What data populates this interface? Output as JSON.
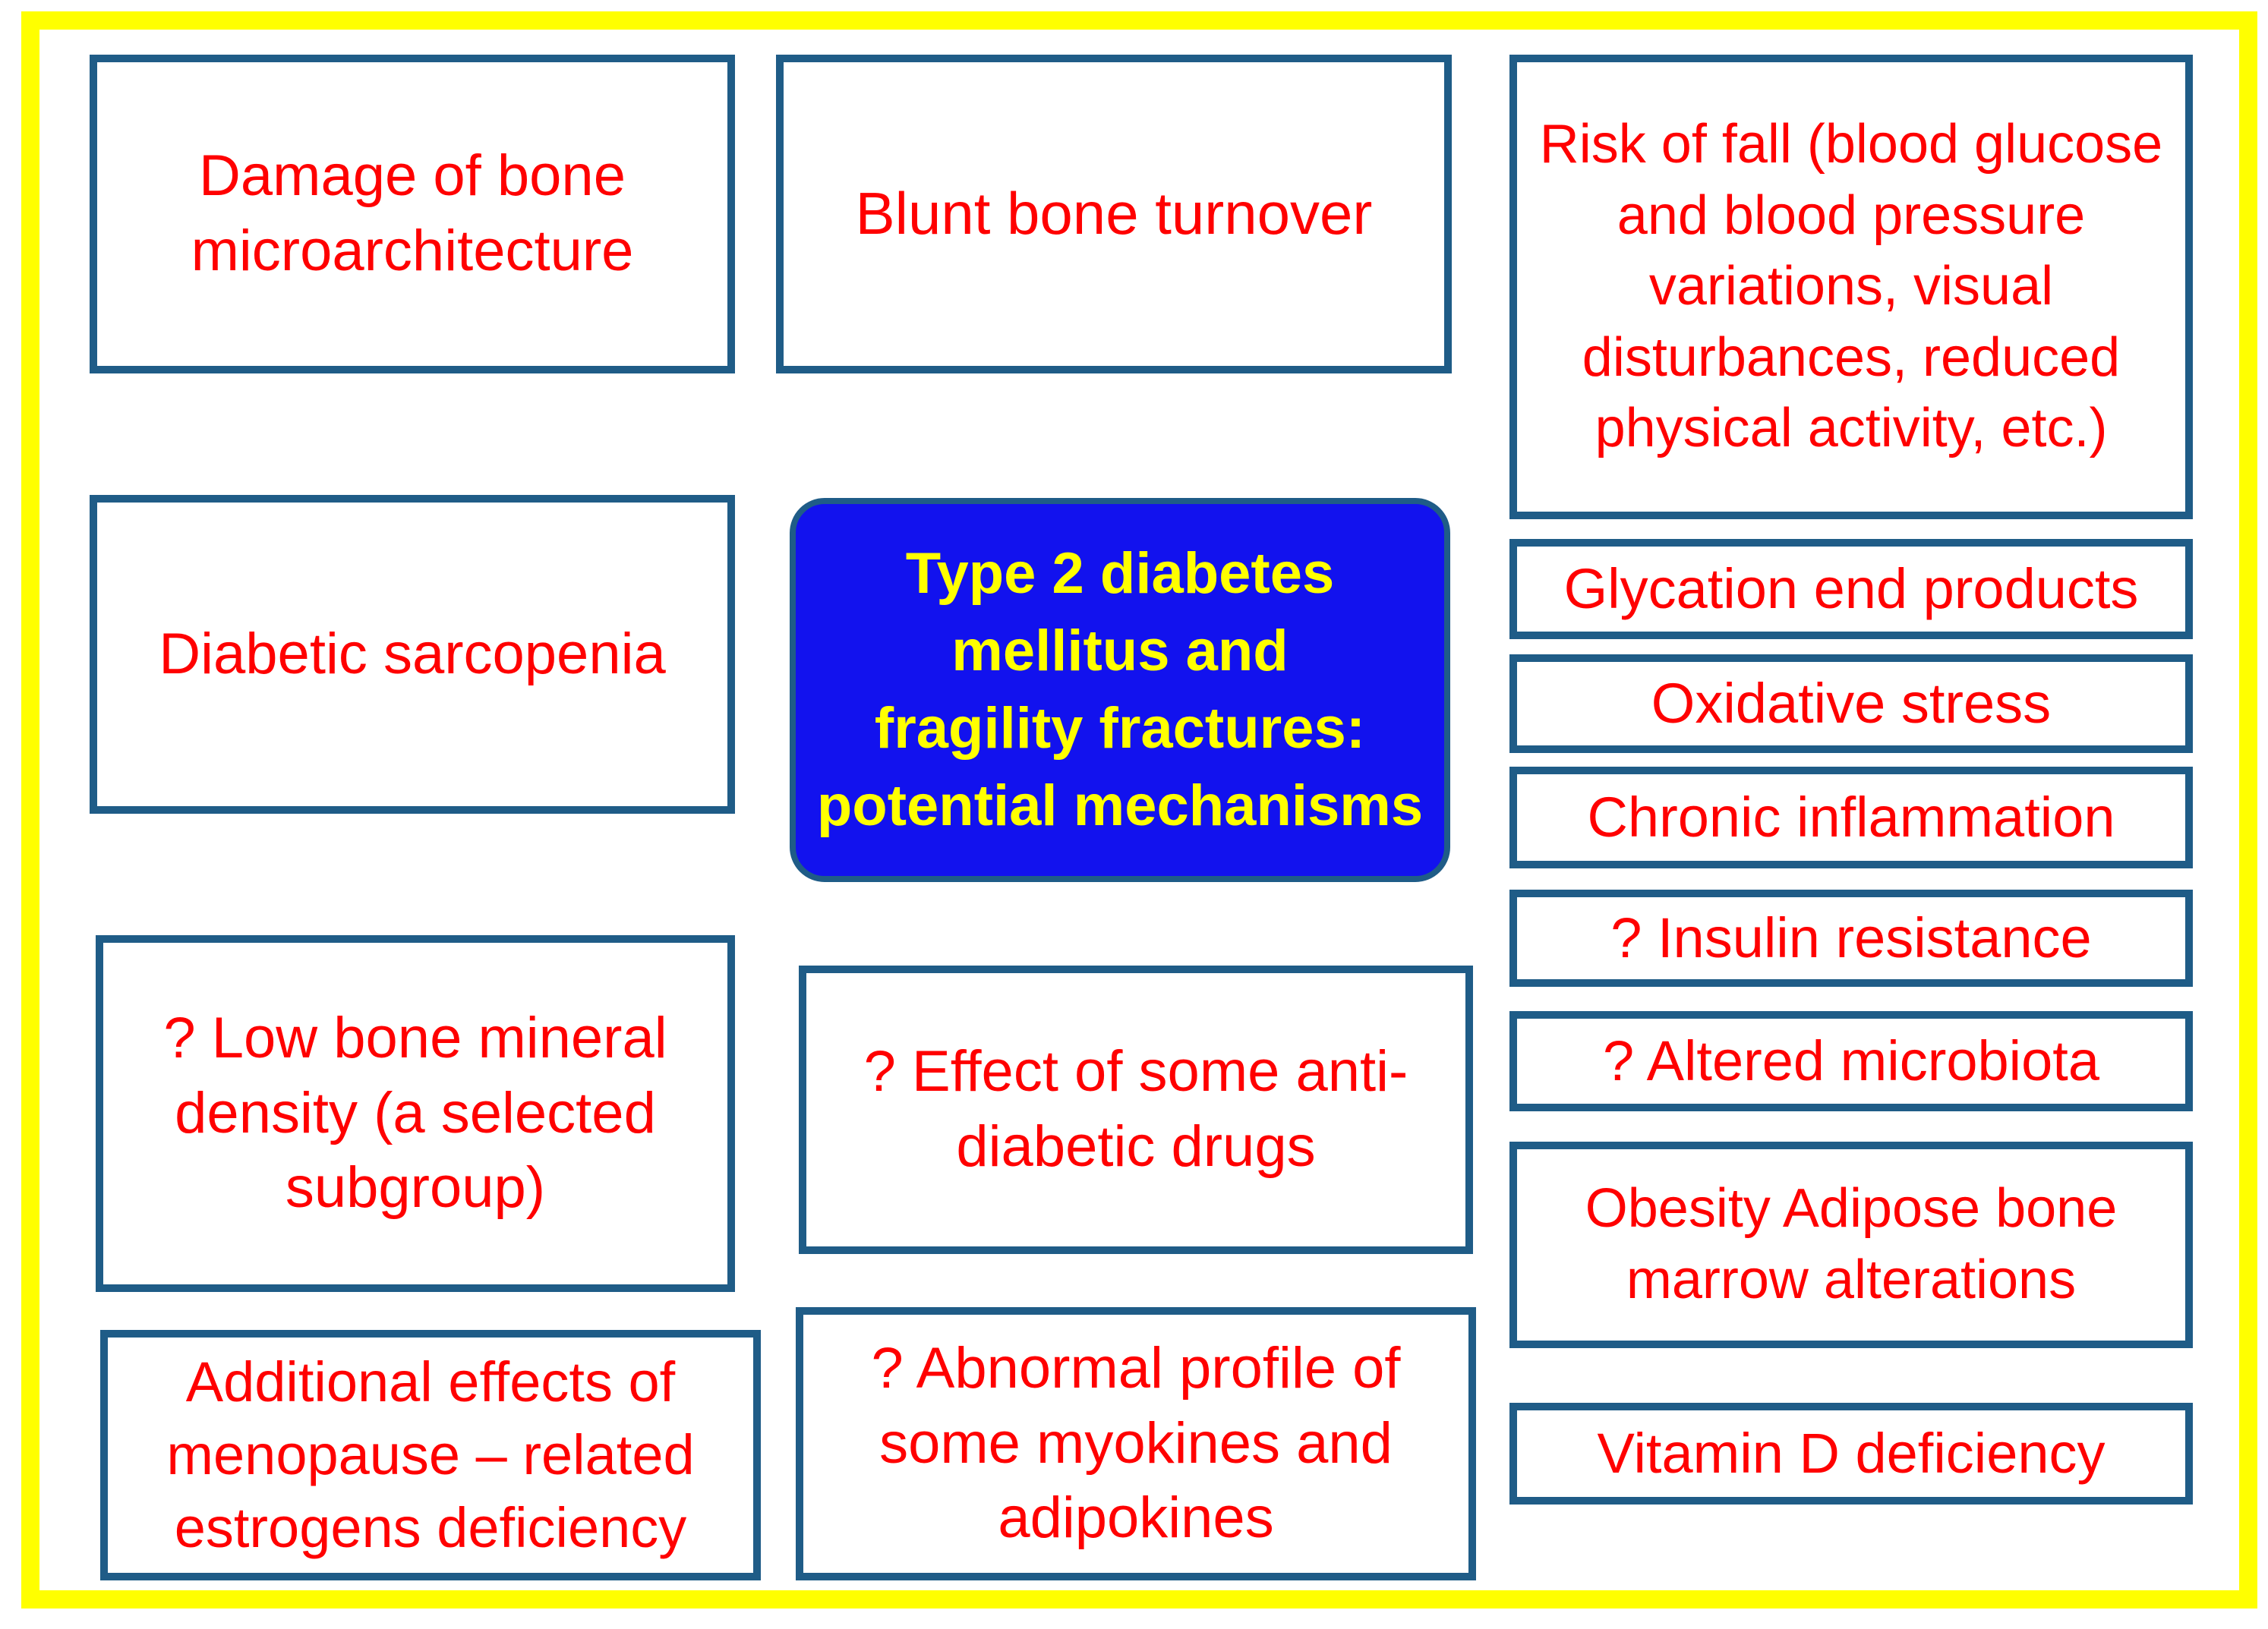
{
  "figure": {
    "type": "concept-map",
    "frame_color": "#FFFF00",
    "box_border_color": "#1F5C87",
    "box_text_color": "#FF0000",
    "center_fill_color": "#1212EE",
    "center_text_color": "#FFFF00",
    "center": {
      "title": "Type 2 diabetes mellitus and fragility fractures: potential mechanisms",
      "lines": [
        "Type 2 diabetes",
        "mellitus and",
        "fragility fractures:",
        "potential mechanisms"
      ]
    },
    "columns": {
      "left": [
        {
          "id": "damage",
          "label": "Damage of bone microarchitecture"
        },
        {
          "id": "sarcopenia",
          "label": "Diabetic sarcopenia"
        },
        {
          "id": "bmd",
          "label": "? Low bone mineral density (a selected subgroup)"
        },
        {
          "id": "menopause",
          "label": "Additional effects of menopause – related estrogens deficiency"
        }
      ],
      "middle": [
        {
          "id": "turnover",
          "label": "Blunt bone turnover"
        },
        {
          "id": "drugs",
          "label": "? Effect of some anti-diabetic drugs"
        },
        {
          "id": "myokines",
          "label": "? Abnormal profile of some myokines and adipokines"
        }
      ],
      "right": [
        {
          "id": "fall",
          "label": "Risk of fall (blood glucose and blood pressure variations, visual disturbances, reduced physical activity, etc.)"
        },
        {
          "id": "glycation",
          "label": "Glycation end products"
        },
        {
          "id": "oxidative",
          "label": "Oxidative stress"
        },
        {
          "id": "inflammation",
          "label": "Chronic inflammation"
        },
        {
          "id": "insulin",
          "label": "? Insulin resistance"
        },
        {
          "id": "microbiota",
          "label": "? Altered microbiota"
        },
        {
          "id": "obesity",
          "label": "Obesity Adipose bone marrow alterations"
        },
        {
          "id": "vitd",
          "label": "Vitamin D deficiency"
        }
      ]
    }
  }
}
